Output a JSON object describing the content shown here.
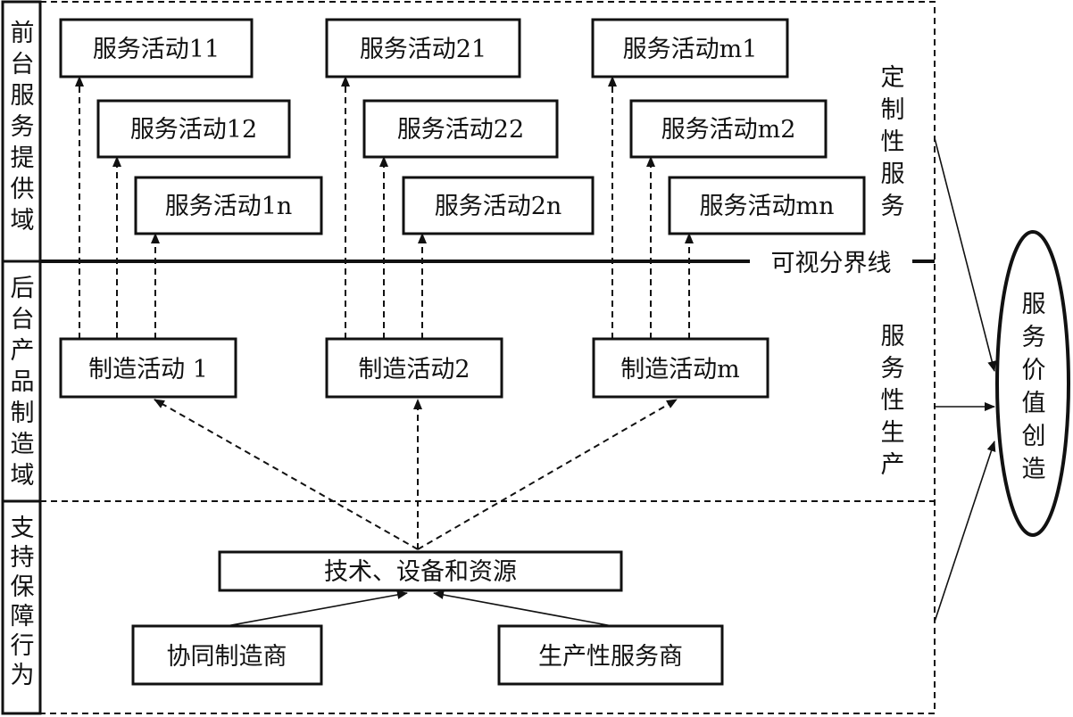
{
  "zones": {
    "front": "前台服务提供域",
    "back": "后台产品制造域",
    "support": "支持保障行为"
  },
  "service_activities": [
    [
      "服务活动11",
      "服务活动12",
      "服务活动1n"
    ],
    [
      "服务活动21",
      "服务活动22",
      "服务活动2n"
    ],
    [
      "服务活动m1",
      "服务活动m2",
      "服务活动mn"
    ]
  ],
  "manufacturing_activities": [
    "制造活动 1",
    "制造活动2",
    "制造活动m"
  ],
  "visibility_line_label": "可视分界线",
  "side_labels": {
    "custom_service": "定制性服务",
    "service_production": "服务性生产"
  },
  "resources": "技术、设备和资源",
  "providers": {
    "cooperative": "协同制造商",
    "productive_service": "生产性服务商"
  },
  "value_creation": "服务价值创造"
}
